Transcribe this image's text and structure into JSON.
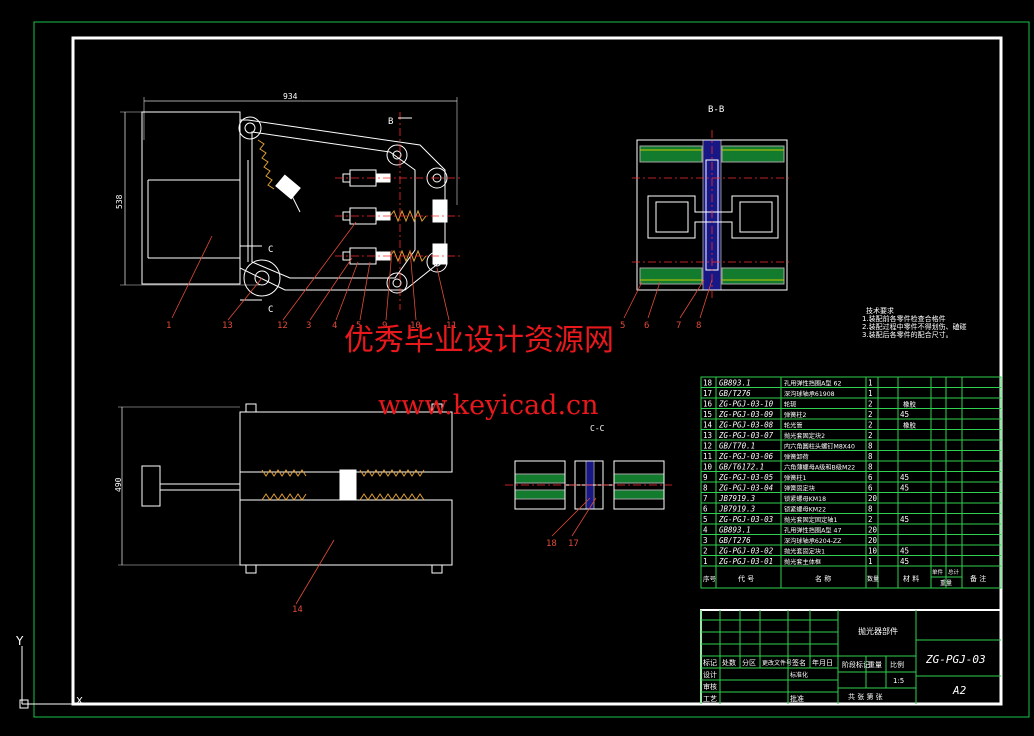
{
  "colors": {
    "background": "#000000",
    "frame": "#ffffff",
    "outer_frame": "#19c34a",
    "table_line": "#2fd14f",
    "text_white": "#ffffff",
    "dim": "#d9d9d9",
    "watermark": "#e8181c",
    "section_yellow": "#c8c800",
    "section_green": "#1ebd45",
    "section_blue": "#2a2af2",
    "leader": "#e04b3a",
    "red_center": "#ff2a2a"
  },
  "views": {
    "front_dims": {
      "width": "934",
      "height": "538"
    },
    "bottom_dim": "490",
    "section_bb": "B-B",
    "section_cc": "C-C",
    "section_mark": "C",
    "view_mark": "B",
    "front_labels": [
      "1",
      "13",
      "12",
      "3",
      "4",
      "5",
      "9",
      "10",
      "11"
    ],
    "bottom_label": "14",
    "bb_labels": [
      "5",
      "6",
      "7",
      "8"
    ],
    "cc_labels": [
      "18",
      "17"
    ]
  },
  "tech_notes": {
    "title": "技术要求",
    "lines": [
      "1.装配前各零件检查合格件",
      "2.装配过程中零件不得划伤、磕碰",
      "3.装配后各零件的配合尺寸。"
    ]
  },
  "watermark": {
    "cn": "优秀毕业设计资源网",
    "url": "www.keyicad.cn"
  },
  "bom": {
    "rows": [
      {
        "no": "18",
        "code": "GB893.1",
        "name": "孔用弹性挡圈A型 62",
        "qty": "1",
        "mat": "",
        "note": ""
      },
      {
        "no": "17",
        "code": "GB/T276",
        "name": "深沟球轴承61908",
        "qty": "1",
        "mat": "",
        "note": ""
      },
      {
        "no": "16",
        "code": "ZG-PGJ-03-10",
        "name": "轮轭",
        "qty": "2",
        "mat": "",
        "note": "橡胶"
      },
      {
        "no": "15",
        "code": "ZG-PGJ-03-09",
        "name": "弹簧柱2",
        "qty": "2",
        "mat": "45",
        "note": ""
      },
      {
        "no": "14",
        "code": "ZG-PGJ-03-08",
        "name": "轮光管",
        "qty": "2",
        "mat": "",
        "note": "橡胶"
      },
      {
        "no": "13",
        "code": "ZG-PGJ-03-07",
        "name": "抛光套固定块2",
        "qty": "2",
        "mat": "",
        "note": ""
      },
      {
        "no": "12",
        "code": "GB/T70.1",
        "name": "内六角圆柱头螺钉M8X40",
        "qty": "8",
        "mat": "",
        "note": ""
      },
      {
        "no": "11",
        "code": "ZG-PGJ-03-06",
        "name": "弹簧卸荷",
        "qty": "8",
        "mat": "",
        "note": ""
      },
      {
        "no": "10",
        "code": "GB/T6172.1",
        "name": "六角薄螺母A级和B级M22",
        "qty": "8",
        "mat": "",
        "note": ""
      },
      {
        "no": "9",
        "code": "ZG-PGJ-03-05",
        "name": "弹簧柱1",
        "qty": "6",
        "mat": "45",
        "note": ""
      },
      {
        "no": "8",
        "code": "ZG-PGJ-03-04",
        "name": "弹簧固定块",
        "qty": "6",
        "mat": "45",
        "note": ""
      },
      {
        "no": "7",
        "code": "JB7919.3",
        "name": "锁紧螺母KM18",
        "qty": "20",
        "mat": "",
        "note": ""
      },
      {
        "no": "6",
        "code": "JB7919.3",
        "name": "锁紧螺母KM22",
        "qty": "8",
        "mat": "",
        "note": ""
      },
      {
        "no": "5",
        "code": "ZG-PGJ-03-03",
        "name": "抛光套固定固定轴1",
        "qty": "2",
        "mat": "45",
        "note": ""
      },
      {
        "no": "4",
        "code": "GB893.1",
        "name": "孔用弹性挡圈A型 47",
        "qty": "20",
        "mat": "",
        "note": ""
      },
      {
        "no": "3",
        "code": "GB/T276",
        "name": "深沟球轴承6204-ZZ",
        "qty": "20",
        "mat": "",
        "note": ""
      },
      {
        "no": "2",
        "code": "ZG-PGJ-03-02",
        "name": "抛光套固定块1",
        "qty": "10",
        "mat": "45",
        "note": ""
      },
      {
        "no": "1",
        "code": "ZG-PGJ-03-01",
        "name": "抛光套主体框",
        "qty": "1",
        "mat": "45",
        "note": ""
      }
    ],
    "header": {
      "no": "序号",
      "code": "代 号",
      "name": "名 称",
      "qty": "数量",
      "mat": "材 料",
      "unit_w": "单件",
      "total_w": "总计",
      "weight": "重量",
      "note": "备 注"
    }
  },
  "title_block": {
    "part_name": "抛光器部件",
    "drawing_no": "ZG-PGJ-03",
    "sheet_size": "A2",
    "rev_labels": [
      "标记",
      "处数",
      "分区",
      "更改文件号",
      "签名",
      "年月日"
    ],
    "sign_labels": [
      "设计",
      "标准化",
      "审核",
      "工艺",
      "批准"
    ],
    "stage_label": "阶段标记",
    "weight_label": "重量",
    "scale_label": "比例",
    "scale_value": "1:5",
    "sheets_label": "共 张 第 张"
  },
  "ucs": {
    "y_label": "Y",
    "x_label": "X"
  }
}
